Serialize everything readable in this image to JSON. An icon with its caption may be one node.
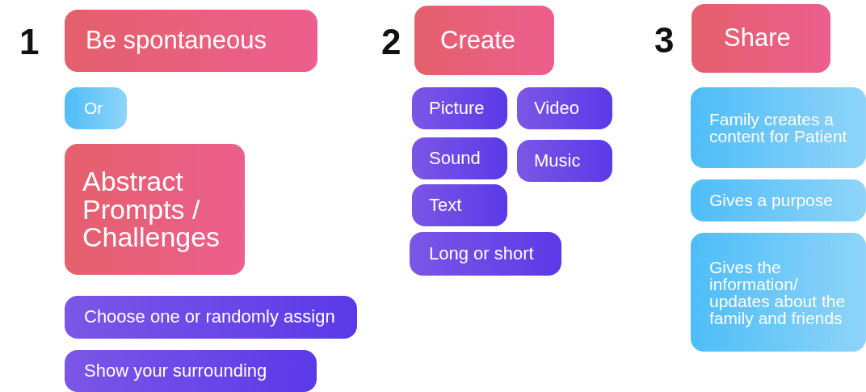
{
  "diagram": {
    "nodes": [
      {
        "text": [
          "Be spontaneous"
        ]
      },
      {
        "text": [
          "Or"
        ]
      },
      {
        "text": [
          "Abstract Prompts / Challenges"
        ]
      },
      {
        "text": [
          "Choose one or randomly assign"
        ]
      },
      {
        "text": [
          "Show your surrounding"
        ]
      },
      {
        "text": [
          "Create"
        ]
      },
      {
        "text": [
          "Picture"
        ]
      },
      {
        "text": [
          "Video"
        ]
      },
      {
        "text": [
          "Sound"
        ]
      },
      {
        "text": [
          "Music"
        ]
      },
      {
        "text": [
          "Text"
        ]
      },
      {
        "text": [
          "Long or short"
        ]
      },
      {
        "text": [
          "Share"
        ]
      },
      {
        "text": [
          "Family creates a content for Patient"
        ]
      },
      {
        "text": [
          "Gives a purpose"
        ]
      },
      {
        "text": [
          "Gives the information/ updates about the family and friends"
        ]
      }
    ],
    "edges": [],
    "labels": [
      "1",
      "2",
      "3"
    ]
  }
}
